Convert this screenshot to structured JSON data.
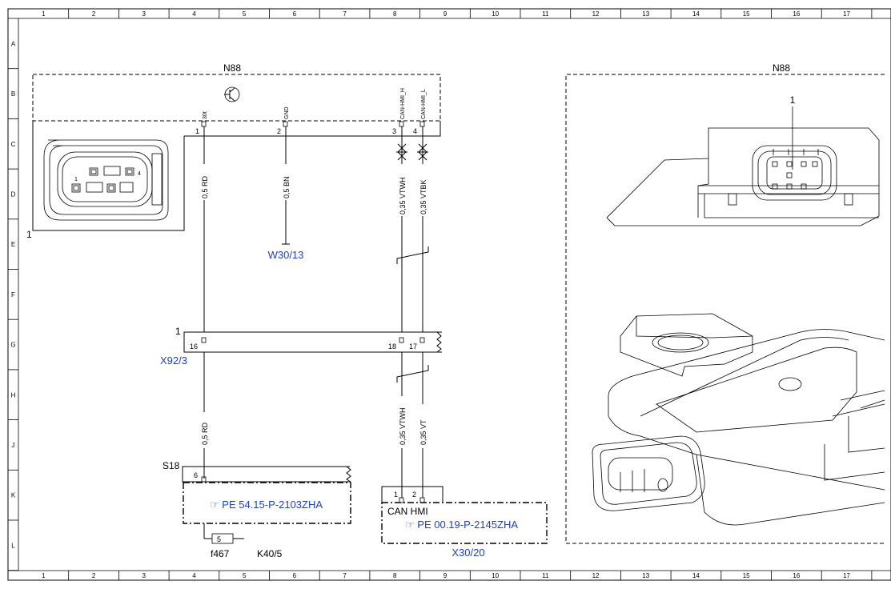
{
  "grid": {
    "columns": [
      "1",
      "2",
      "3",
      "4",
      "5",
      "6",
      "7",
      "8",
      "9",
      "10",
      "11",
      "12",
      "13",
      "14",
      "15",
      "16",
      "17"
    ],
    "rows": [
      "A",
      "B",
      "C",
      "D",
      "E",
      "F",
      "G",
      "H",
      "J",
      "K",
      "L"
    ]
  },
  "components": {
    "n88_left": "N88",
    "n88_right": "N88",
    "connector_label_1": "1",
    "image_callout": "1",
    "x92_bus_label": "1",
    "x92": "X92/3",
    "s18": "S18",
    "w30": "W30/13",
    "f467": "f467",
    "k40": "K40/5",
    "x30": "X30/20",
    "can_hmi": "CAN HMI"
  },
  "pins_n88": [
    {
      "num": "1",
      "name": "30t"
    },
    {
      "num": "2",
      "name": "GND"
    },
    {
      "num": "3",
      "name": "CAN-HMI_H"
    },
    {
      "num": "4",
      "name": "CAN-HMI_L"
    }
  ],
  "connector_face_pins": [
    "1",
    "4"
  ],
  "wires": {
    "w1_top": "0,5 RD",
    "w2_top": "0,5 BN",
    "w3_top": "0,35 VTWH",
    "w4_top": "0,35 VTBK",
    "w1_bottom": "0,5 RD",
    "w3_bottom": "0,35 VTWH",
    "w4_bottom": "0,35 VT"
  },
  "x92_pins": [
    "16",
    "18",
    "17"
  ],
  "s18_pin": "6",
  "f467_pin": "5",
  "x30_pins": [
    "1",
    "2"
  ],
  "references": {
    "s18_ref": "PE 54.15-P-2103ZHA",
    "x30_ref": "PE 00.19-P-2145ZHA"
  }
}
